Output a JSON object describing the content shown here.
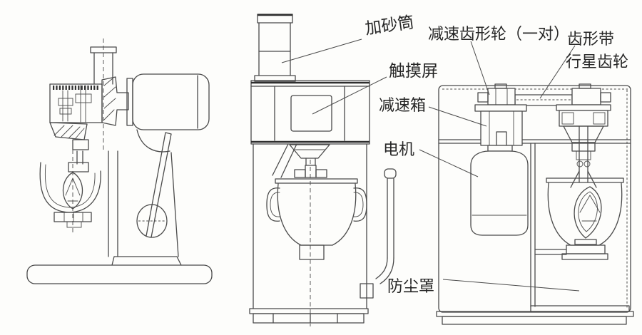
{
  "colors": {
    "paper": "#fdfdfb",
    "ink": "#4a4a4a",
    "ink_dark": "#2e2e2e",
    "label": "#262626"
  },
  "labels": {
    "sand_cylinder": "加砂筒",
    "reduction_toothed_wheels": "减速齿形轮（一对）",
    "toothed_belt": "齿形带",
    "planetary_gear": "行星齿轮",
    "touch_screen": "触摸屏",
    "reduction_box": "减速箱",
    "motor": "电机",
    "dust_cover": "防尘罩"
  }
}
